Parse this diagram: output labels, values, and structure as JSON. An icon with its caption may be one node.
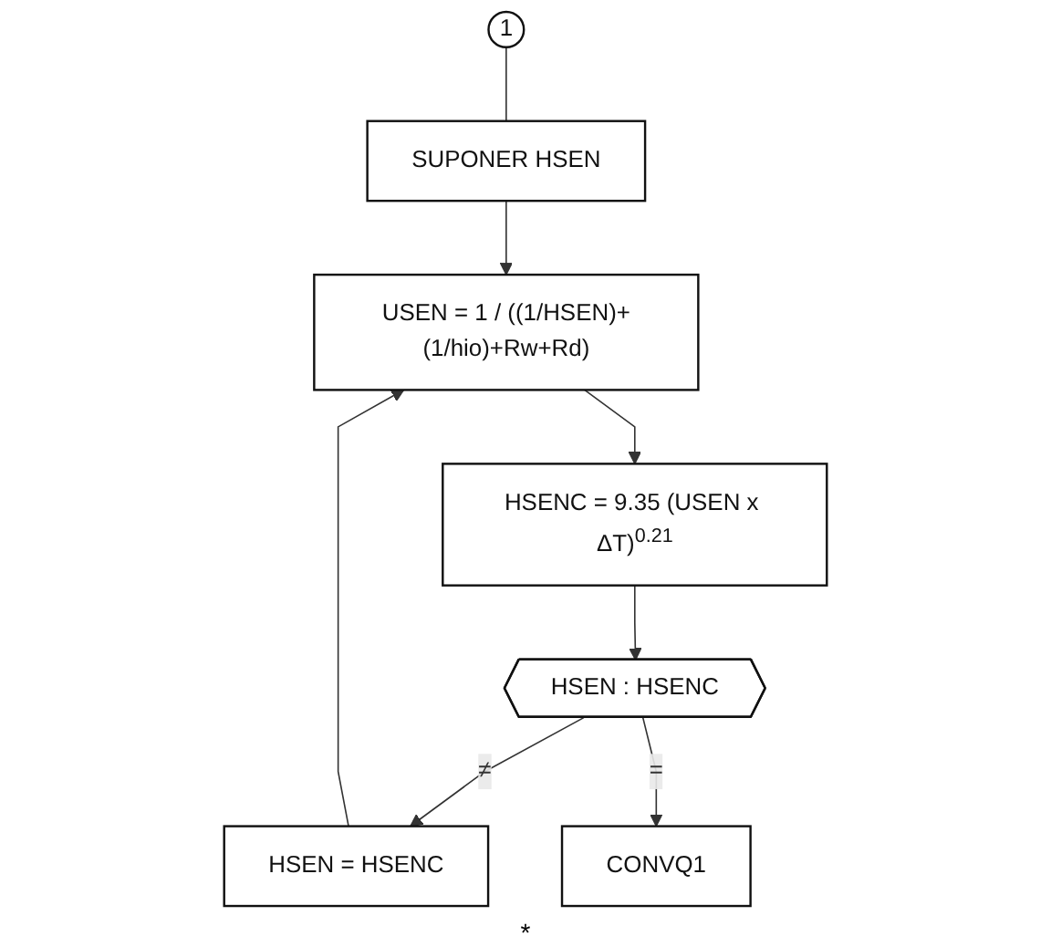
{
  "diagram": {
    "nodes": [
      {
        "text": [
          "1"
        ]
      },
      {
        "text": [
          "SUPONER HSEN"
        ]
      },
      {
        "text": [
          "USEN = 1 / ((1/HSEN)+(1/hio)+Rw+Rd)"
        ]
      },
      {
        "text": [
          "HSENC = 9.35 (USEN x ΔT)$^{0.21}$"
        ]
      },
      {
        "text": [
          "HSEN : HSENC"
        ]
      },
      {
        "text": [
          "HSEN = HSENC"
        ]
      },
      {
        "text": [
          "CONVQ1"
        ]
      }
    ],
    "edges": [
      {
        "from": 0,
        "to": 1,
        "arrow": "none"
      },
      {
        "from": 1,
        "to": 2,
        "arrow": "to"
      },
      {
        "from": 2,
        "to": 3,
        "arrow": "to"
      },
      {
        "from": 3,
        "to": 4,
        "arrow": "to"
      },
      {
        "from": 4,
        "to": 5,
        "arrow": "to",
        "label": "≠"
      },
      {
        "from": 4,
        "to": 6,
        "arrow": "to",
        "label": "="
      },
      {
        "from": 5,
        "to": 2,
        "arrow": "to"
      }
    ],
    "labels": [
      "*"
    ]
  }
}
